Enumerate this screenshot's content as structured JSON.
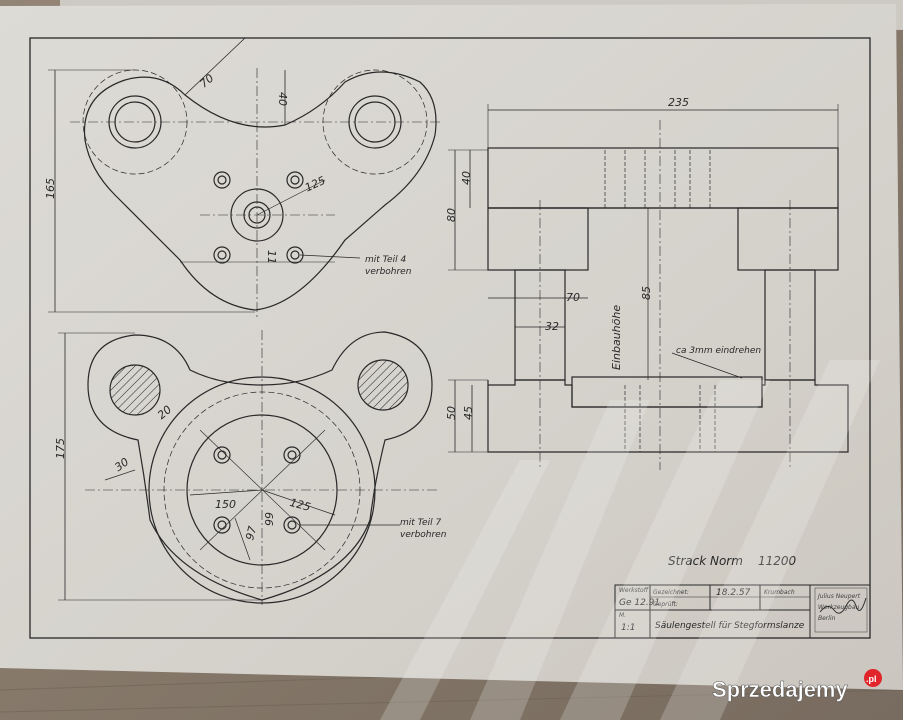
{
  "colors": {
    "paper": "#e8e6e1",
    "paper_shadow": "#cfcac2",
    "ink": "#2a2a2a",
    "floor": "#8a7d70",
    "watermark_dot": "#e0262b"
  },
  "drawing": {
    "top_view": {
      "dim_radius": "70",
      "dim_height": "40",
      "dim_overall": "165",
      "dim_bolt_circle": "125",
      "dim_small": "11",
      "note_line1": "mit Teil 4",
      "note_line2": "verbohren"
    },
    "bottom_view": {
      "dim_overall": "175",
      "dim_web": "20",
      "dim_offset": "30",
      "dim_circle_a": "150",
      "dim_circle_b": "125",
      "dim_small_a": "66",
      "dim_small_b": "97",
      "note_line1": "mit Teil 7",
      "note_line2": "verbohren"
    },
    "side_view": {
      "dim_width": "235",
      "dim_top_plate": "40",
      "dim_top_total": "80",
      "dim_pillar_upper": "70",
      "dim_pillar_dia": "32",
      "dim_install": "85",
      "label_install": "Einbauhöhe",
      "note_turn": "ca 3mm eindrehen",
      "dim_base": "50",
      "dim_base_inner": "45"
    },
    "norm_label": "Strack Norm",
    "norm_number": "11200"
  },
  "title_block": {
    "material_label": "Werkstoff",
    "material_value": "Ge 12.91",
    "drawn_label": "Gezeichnet:",
    "drawn_date": "18.2.57",
    "drawn_by": "Krumbach",
    "checked_label": "Geprüft:",
    "scale_label": "M.",
    "scale_value": "1:1",
    "part_name": "Säulengestell für Stegformslanze",
    "stamp_line1": "Julius Neupert",
    "stamp_line2": "Werkzeugbau",
    "stamp_line3": "Berlin"
  },
  "watermark": {
    "text": "Sprzedajemy",
    "suffix": ".pl"
  }
}
